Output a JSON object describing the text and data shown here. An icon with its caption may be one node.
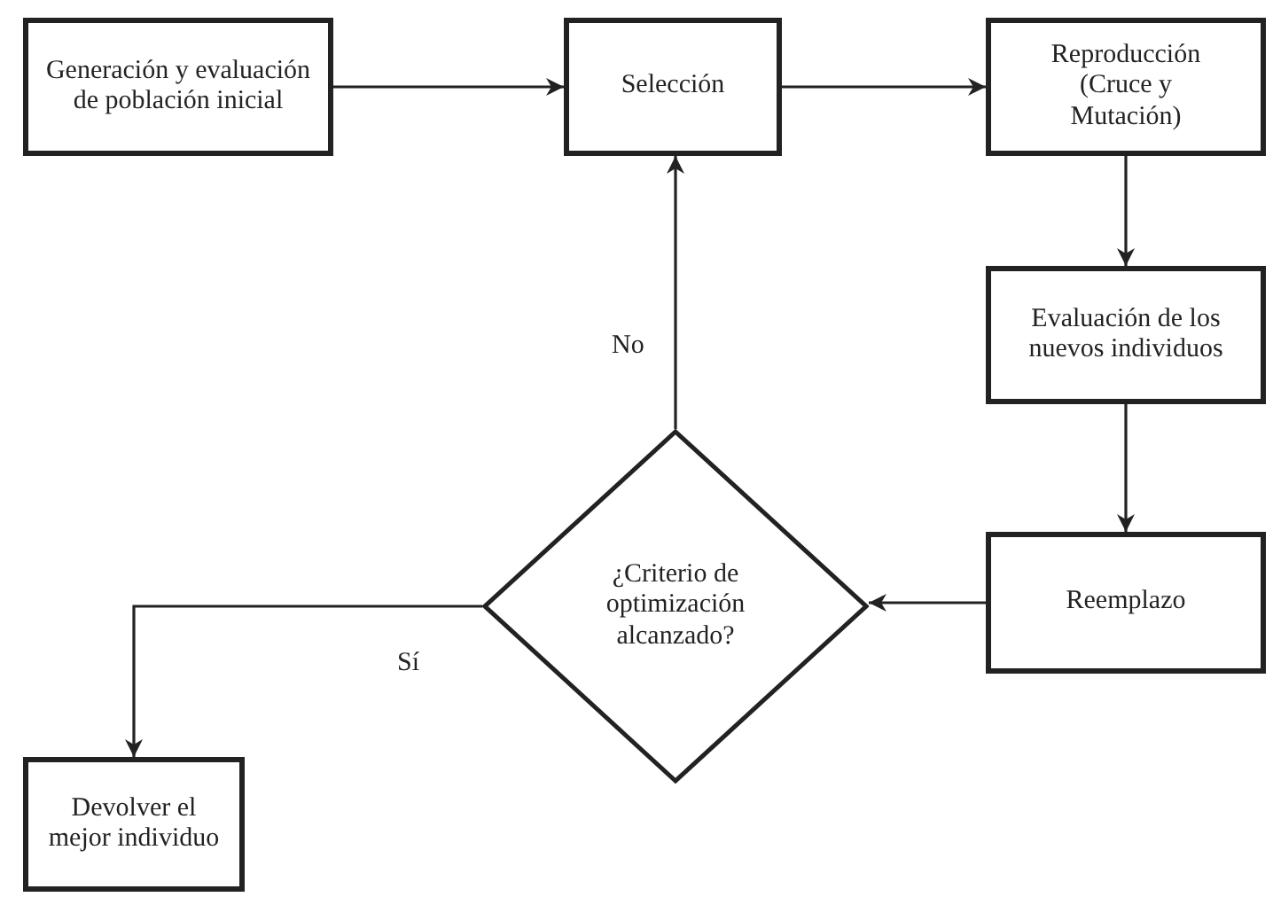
{
  "diagram": {
    "nodes": [
      {
        "text": [
          "Generación y evaluación de población inicial"
        ]
      },
      {
        "text": [
          "Selección"
        ]
      },
      {
        "text": [
          "Reproducción (Cruce y Mutación)"
        ]
      },
      {
        "text": [
          "Evaluación de los nuevos individuos"
        ]
      },
      {
        "text": [
          "Reemplazo"
        ]
      },
      {
        "text": [
          "¿Criterio de optimización alcanzado?"
        ]
      },
      {
        "text": [
          "Devolver el mejor individuo"
        ]
      }
    ],
    "edges": [
      {
        "from": 0,
        "to": 1,
        "arrow": "to"
      },
      {
        "from": 1,
        "to": 2,
        "arrow": "to"
      },
      {
        "from": 2,
        "to": 3,
        "arrow": "to"
      },
      {
        "from": 3,
        "to": 4,
        "arrow": "to"
      },
      {
        "from": 4,
        "to": 5,
        "arrow": "to"
      },
      {
        "from": 5,
        "to": 1,
        "arrow": "to",
        "label": "No"
      },
      {
        "from": 5,
        "to": 6,
        "arrow": "to",
        "label": "Sí"
      }
    ]
  }
}
